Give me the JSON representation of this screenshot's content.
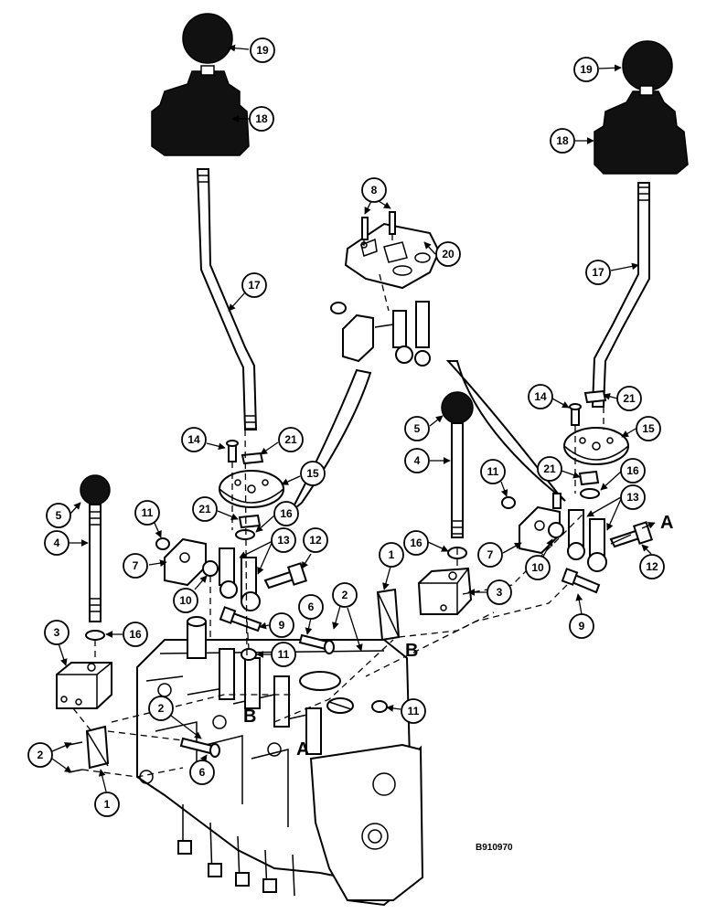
{
  "figure_ref": "B910970",
  "section_letters": {
    "a": "A",
    "b": "B"
  },
  "callouts": {
    "c1": "1",
    "c2": "2",
    "c3": "3",
    "c4": "4",
    "c5": "5",
    "c6": "6",
    "c7": "7",
    "c8": "8",
    "c9": "9",
    "c10": "10",
    "c11": "11",
    "c12": "12",
    "c13": "13",
    "c14": "14",
    "c15": "15",
    "c16": "16",
    "c17": "17",
    "c18": "18",
    "c19": "19",
    "c20": "20",
    "c21": "21"
  }
}
